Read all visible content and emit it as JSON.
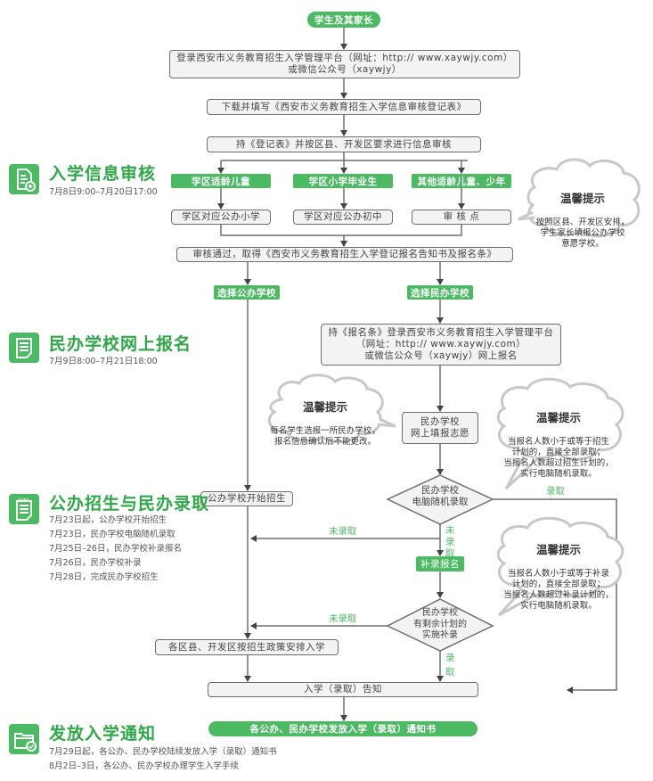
{
  "start_node": "学生及其家长",
  "steps": {
    "login_platform": "登录西安市义务教育招生入学管理平台（网址：http:// www.xaywjy.com）\n或微信公众号（xaywjy）",
    "download_form": "下载并填写《西安市义务教育招生入学信息审核登记表》",
    "submit_review": "持《登记表》并按区县、开发区要求进行信息审核",
    "review_passed": "审核通过，取得《西安市义务教育招生入学登记报名告知书及报名条》",
    "private_login": "持《报名条》登录西安市义务教育招生入学管理平台\n（网址：http:// www.xaywjy.com）\n或微信公众号（xaywjy）网上报名",
    "private_fill": "民办学校\n网上填报志愿",
    "public_start": "公办学校开始招生",
    "district_arrange": "各区县、开发区按招生政策安排入学",
    "admission_notice": "入学（录取）告知",
    "final_notice": "各公办、民办学校发放入学（录取）通知书"
  },
  "categories": [
    {
      "label": "学区适龄儿童",
      "target": "学区对应公办小学"
    },
    {
      "label": "学区小学毕业生",
      "target": "学区对应公办初中"
    },
    {
      "label": "其他适龄儿童、少年",
      "target": "审 核 点"
    }
  ],
  "choices": {
    "public": "选择公办学校",
    "private": "选择民办学校"
  },
  "decisions": {
    "lottery": "民办学校\n电脑随机录取",
    "supplement": "民办学校\n有剩余计划的\n实施补录"
  },
  "supplement_signup": "补录报名",
  "edge_labels": {
    "admitted": "录取",
    "not_admitted": "未录取",
    "not_admitted_vertical": "未\n录\n取",
    "admitted_vertical": "录\n\n取"
  },
  "tips": [
    {
      "title": "温馨提示",
      "text": "按照区县、开发区安排，\n学生家长填报公办学校\n意愿学校。"
    },
    {
      "title": "温馨提示",
      "text": "每名学生选报一所民办学校，\n报名信息确认后不能更改。"
    },
    {
      "title": "温馨提示",
      "text": "当报名人数小于或等于招生\n计划的，直接全部录取；\n当报名人数超过招生计划的，\n实行电脑随机录取。"
    },
    {
      "title": "温馨提示",
      "text": "当报名人数小于或等于补录\n计划的，直接全部录取；\n当报名人数超过补录计划的，\n实行电脑随机录取。"
    }
  ],
  "sections": [
    {
      "title": "入学信息审核",
      "icon": "document-add-icon",
      "lines": "7月8日9:00–7月20日17:00"
    },
    {
      "title": "民办学校网上报名",
      "icon": "document-lines-icon",
      "lines": "7月9日8:00–7月21日18:00"
    },
    {
      "title": "公办招生与民办录取",
      "icon": "notepad-icon",
      "lines": "7月23日起，公办学校开始招生\n7月23日，民办学校电脑随机录取\n7月25日–26日，民办学校补录报名\n7月26日，民办学校补录\n7月28日，完成民办学校招生"
    },
    {
      "title": "发放入学通知",
      "icon": "folder-check-icon",
      "lines": "7月29日起，各公办、民办学校陆续发放入学（录取）通知书\n8月2日–3日，各公办、民办学校办理学生入学手续"
    }
  ],
  "colors": {
    "accent_green": "#4cb963",
    "title_green": "#2fa847",
    "line_gray": "#6e6e6e",
    "box_fill": "#f3f3f3"
  }
}
